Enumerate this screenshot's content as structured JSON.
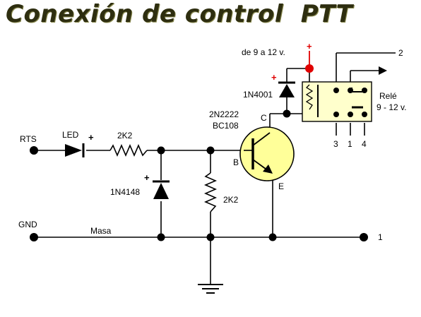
{
  "title": "Conexión de control  PTT",
  "labels": {
    "supply": "de 9 a 12 v.",
    "plus": "+",
    "diode_top": "1N4001",
    "relay_name": "Relé",
    "relay_voltage": "9 - 12 v.",
    "pin_2": "2",
    "pins_bottom": [
      "3",
      "1",
      "4"
    ],
    "transistor_1": "2N2222",
    "transistor_2": "BC108",
    "collector": "C",
    "base": "B",
    "emitter": "E",
    "rts": "RTS",
    "led": "LED",
    "r1": "2K2",
    "diode_mid": "1N4148",
    "r2": "2K2",
    "gnd": "GND",
    "masa": "Masa",
    "out_1": "1"
  },
  "colors": {
    "wire": "#000000",
    "supply": "#e00000",
    "transistor": "#ffff99",
    "relay": "#ffffcc",
    "title": "#2e2e10"
  }
}
